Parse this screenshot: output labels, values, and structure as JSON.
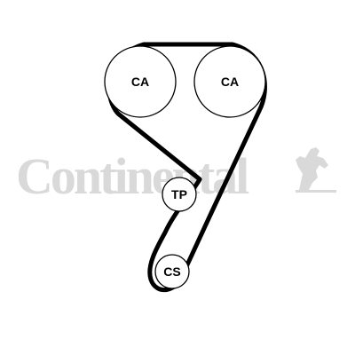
{
  "watermark": {
    "brand": "Continental",
    "logo_icon": "horse-icon",
    "color": "#d9d9d9"
  },
  "belt": {
    "color": "#000000"
  },
  "pulleys": [
    {
      "id": "cam-left",
      "label": "CA"
    },
    {
      "id": "cam-right",
      "label": "CA"
    },
    {
      "id": "tensioner",
      "label": "TP"
    },
    {
      "id": "crankshaft",
      "label": "CS"
    }
  ],
  "colors": {
    "background": "#ffffff",
    "outline": "#000000"
  }
}
